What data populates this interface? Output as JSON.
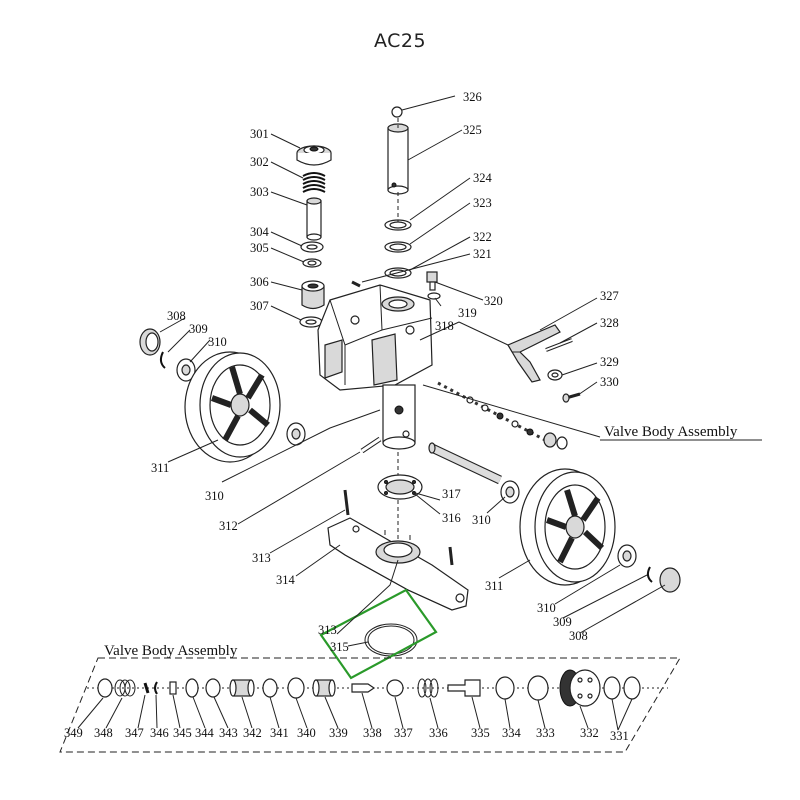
{
  "title": "AC25",
  "sections": {
    "valve_body_upper": "Valve Body Assembly",
    "valve_body_lower": "Valve Body Assembly"
  },
  "part_numbers": {
    "p301": "301",
    "p302": "302",
    "p303": "303",
    "p304": "304",
    "p305": "305",
    "p306": "306",
    "p307": "307",
    "p308a": "308",
    "p309a": "309",
    "p310a": "310",
    "p311a": "311",
    "p310b": "310",
    "p312": "312",
    "p313a": "313",
    "p314": "314",
    "p313b": "313",
    "p315": "315",
    "p316": "316",
    "p317": "317",
    "p310c": "310",
    "p311b": "311",
    "p310d": "310",
    "p309b": "309",
    "p308b": "308",
    "p318": "318",
    "p319": "319",
    "p320": "320",
    "p321": "321",
    "p322": "322",
    "p323": "323",
    "p324": "324",
    "p325": "325",
    "p326": "326",
    "p327": "327",
    "p328": "328",
    "p329": "329",
    "p330": "330",
    "p349": "349",
    "p348": "348",
    "p347": "347",
    "p346": "346",
    "p345": "345",
    "p344": "344",
    "p343": "343",
    "p342": "342",
    "p341": "341",
    "p340": "340",
    "p339": "339",
    "p338": "338",
    "p337": "337",
    "p336": "336",
    "p335": "335",
    "p334": "334",
    "p333": "333",
    "p332": "332",
    "p331": "331"
  },
  "highlight_color": "#2a9a2a"
}
